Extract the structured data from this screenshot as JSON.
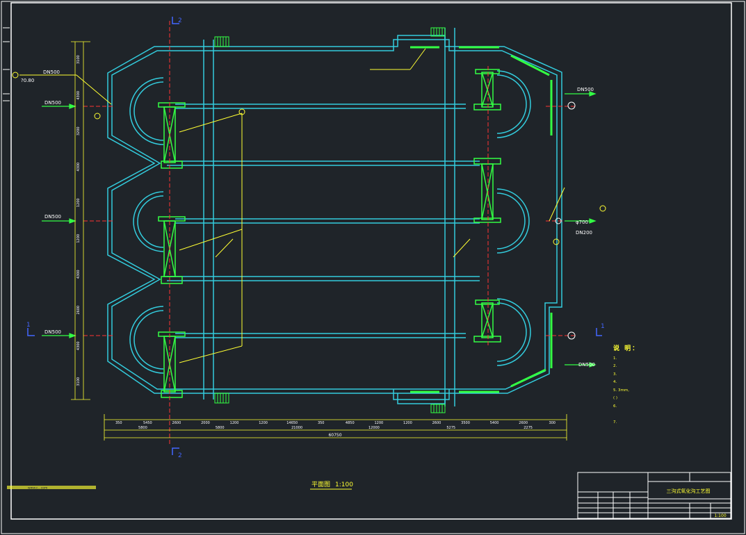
{
  "title": {
    "plan_label": "平面图",
    "plan_scale": "1:100",
    "titleblock_drawing_name": "三沟式氧化沟工艺图",
    "titleblock_scale": "1:100"
  },
  "section_marks": {
    "one": "1",
    "two": "2"
  },
  "dims_bottom_row1": [
    "350",
    "5450",
    "2600",
    "2000",
    "1200",
    "1200",
    "14650",
    "350",
    "4850",
    "1200",
    "1200",
    "2600",
    "3500",
    "5400",
    "2600",
    "300"
  ],
  "dims_bottom_row2": [
    "5800",
    "5800",
    "21000",
    "12000",
    "5275",
    "2275"
  ],
  "dims_total": "60750",
  "dims_left": [
    "3100",
    "4300",
    "3200",
    "4300",
    "1200",
    "1200",
    "4300",
    "2600",
    "4300",
    "3100"
  ],
  "callouts": {
    "inlet_top": "DN500",
    "inlet_mid": "DN500",
    "inlet_bottom": "DN500",
    "outlet_top": "DN500",
    "outlet_bottom": "DN500",
    "outlet_mid_a": "φ700",
    "outlet_mid_b": "DN200",
    "top_left_a": "DN500",
    "top_left_b": "?0.80"
  },
  "notes": {
    "heading": "说 明：",
    "lines": [
      "1.",
      "2.",
      "3.",
      "4.",
      "5. 3mm,",
      "( )",
      "6.",
      "",
      "7.",
      ""
    ]
  },
  "footer_watermark": "www.c...com"
}
